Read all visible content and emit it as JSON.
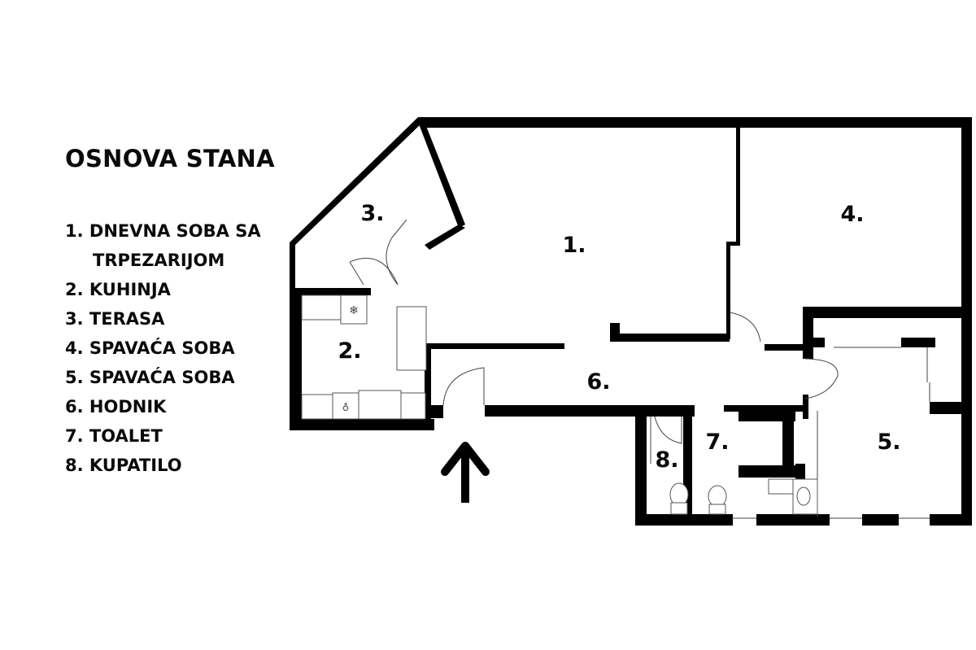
{
  "title": "OSNOVA STANA",
  "legend": [
    {
      "num": "1.",
      "label": "DNEVNA SOBA SA",
      "label_cont": "TRPEZARIJOM"
    },
    {
      "num": "2.",
      "label": "KUHINJA"
    },
    {
      "num": "3.",
      "label": "TERASA"
    },
    {
      "num": "4.",
      "label": "SPAVAĆA SOBA"
    },
    {
      "num": "5.",
      "label": "SPAVAĆA SOBA"
    },
    {
      "num": "6.",
      "label": "HODNIK"
    },
    {
      "num": "7.",
      "label": "TOALET"
    },
    {
      "num": "8.",
      "label": "KUPATILO"
    }
  ],
  "plan": {
    "room_labels": {
      "r1": "1.",
      "r2": "2.",
      "r3": "3.",
      "r4": "4.",
      "r5": "5.",
      "r6": "6.",
      "r7": "7.",
      "r8": "8."
    },
    "entrance_icon": "arrow-up-icon",
    "wall_color": "#000000",
    "background_color": "#ffffff"
  }
}
